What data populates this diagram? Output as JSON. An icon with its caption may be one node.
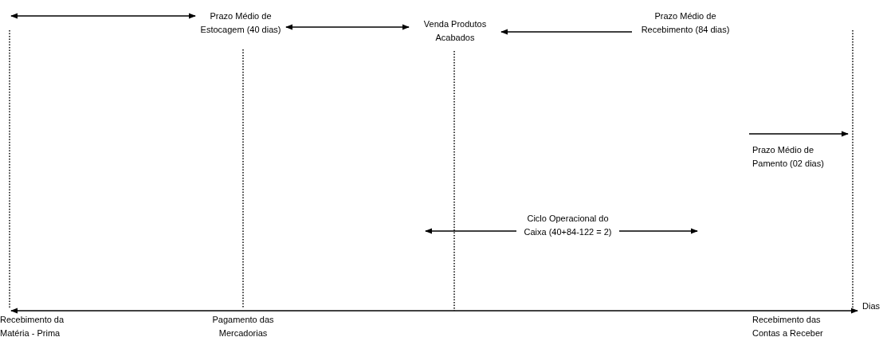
{
  "diagram": {
    "nodes": [
      {
        "text": [
          "Prazo Médio de Estocagem (40 dias)"
        ]
      },
      {
        "text": [
          "Venda Produtos Acabados"
        ]
      },
      {
        "text": [
          "Prazo Médio de Recebimento (84 dias)"
        ]
      },
      {
        "text": [
          "Prazo Médio de Pamento (02 dias)"
        ]
      },
      {
        "text": [
          "Ciclo Operacional do Caixa (40+84-122 = 2)"
        ]
      }
    ],
    "edges": [
      {
        "from": null,
        "to": 0,
        "arrow": "both"
      },
      {
        "from": 0,
        "to": 1,
        "arrow": "both"
      },
      {
        "from": 2,
        "to": 1,
        "arrow": "to"
      },
      {
        "from": 4,
        "to": null,
        "arrow": "to"
      },
      {
        "from": 4,
        "to": null,
        "arrow": "to"
      }
    ],
    "labels": [
      "Recebimento da Matéria - Prima",
      "Pagamento das Mercadorias",
      "Recebimento das Contas a Receber",
      "Dias"
    ]
  }
}
